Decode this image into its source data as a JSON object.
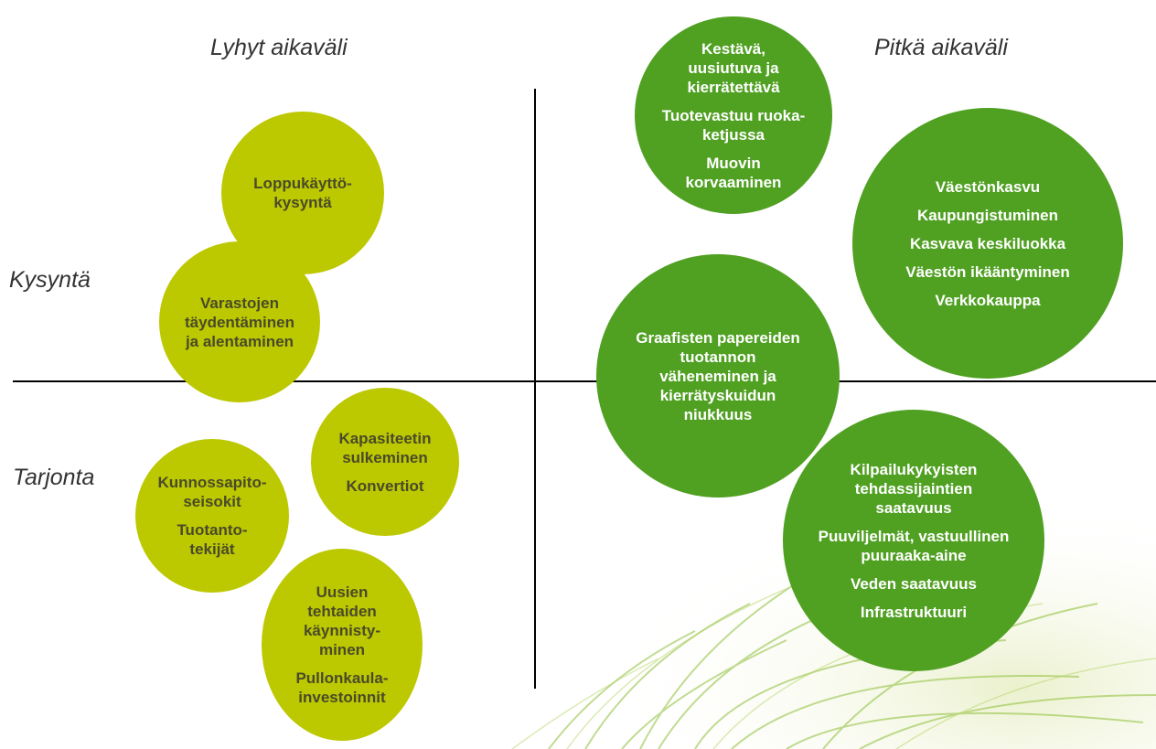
{
  "labels": {
    "short_term": "Lyhyt aikaväli",
    "long_term": "Pitkä aikaväli",
    "demand": "Kysyntä",
    "supply": "Tarjonta"
  },
  "colors": {
    "light_circle": "#bcc800",
    "dark_circle": "#50a022"
  },
  "circles": {
    "end_use": [
      "Loppukäyttö-\nkysyntä"
    ],
    "inventory": [
      "Varastojen\ntäydentäminen\nja alentaminen"
    ],
    "capacity": [
      "Kapasiteetin\nsulkeminen",
      "Konvertiot"
    ],
    "maintenance": [
      "Kunnossapito-\nseisokit",
      "Tuotanto-\ntekijät"
    ],
    "new_mills": [
      "Uusien\ntehtaiden\nkäynnisty-\nminen",
      "Pullonkaula-\ninvestoinnit"
    ],
    "sustainable": [
      "Kestävä,\nuusiutuva ja\nkierrätettävä",
      "Tuotevastuu ruoka-\nketjussa",
      "Muovin\nkorvaaminen"
    ],
    "population": [
      "Väestönkasvu",
      "Kaupungistuminen",
      "Kasvava keskiluokka",
      "Väestön ikääntyminen",
      "Verkkokauppa"
    ],
    "graphic_papers": [
      "Graafisten papereiden\ntuotannon\nväheneminen ja\nkierrätyskuidun\nniukkuus"
    ],
    "competitive": [
      "Kilpailukykyisten\ntehdassijaintien\nsaatavuus",
      "Puuviljelmät, vastuullinen\npuuraaka-aine",
      "Veden saatavuus",
      "Infrastruktuuri"
    ]
  }
}
